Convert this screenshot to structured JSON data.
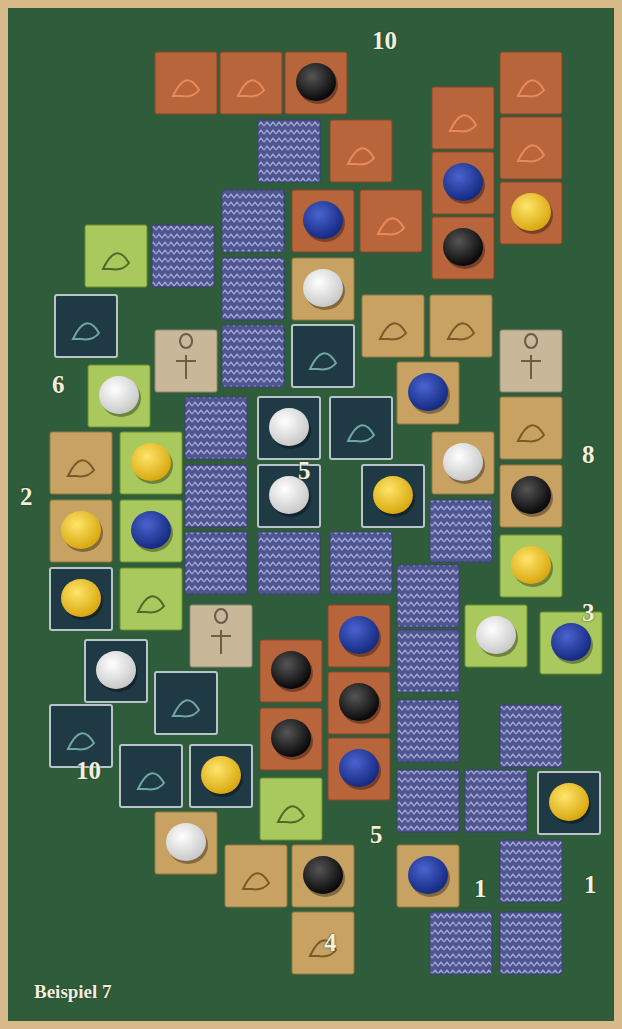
{
  "diagram": {
    "caption": "Beispiel 7",
    "labels": [
      "10",
      "6",
      "2",
      "5",
      "8",
      "3",
      "10",
      "5",
      "1",
      "1",
      "4"
    ]
  }
}
